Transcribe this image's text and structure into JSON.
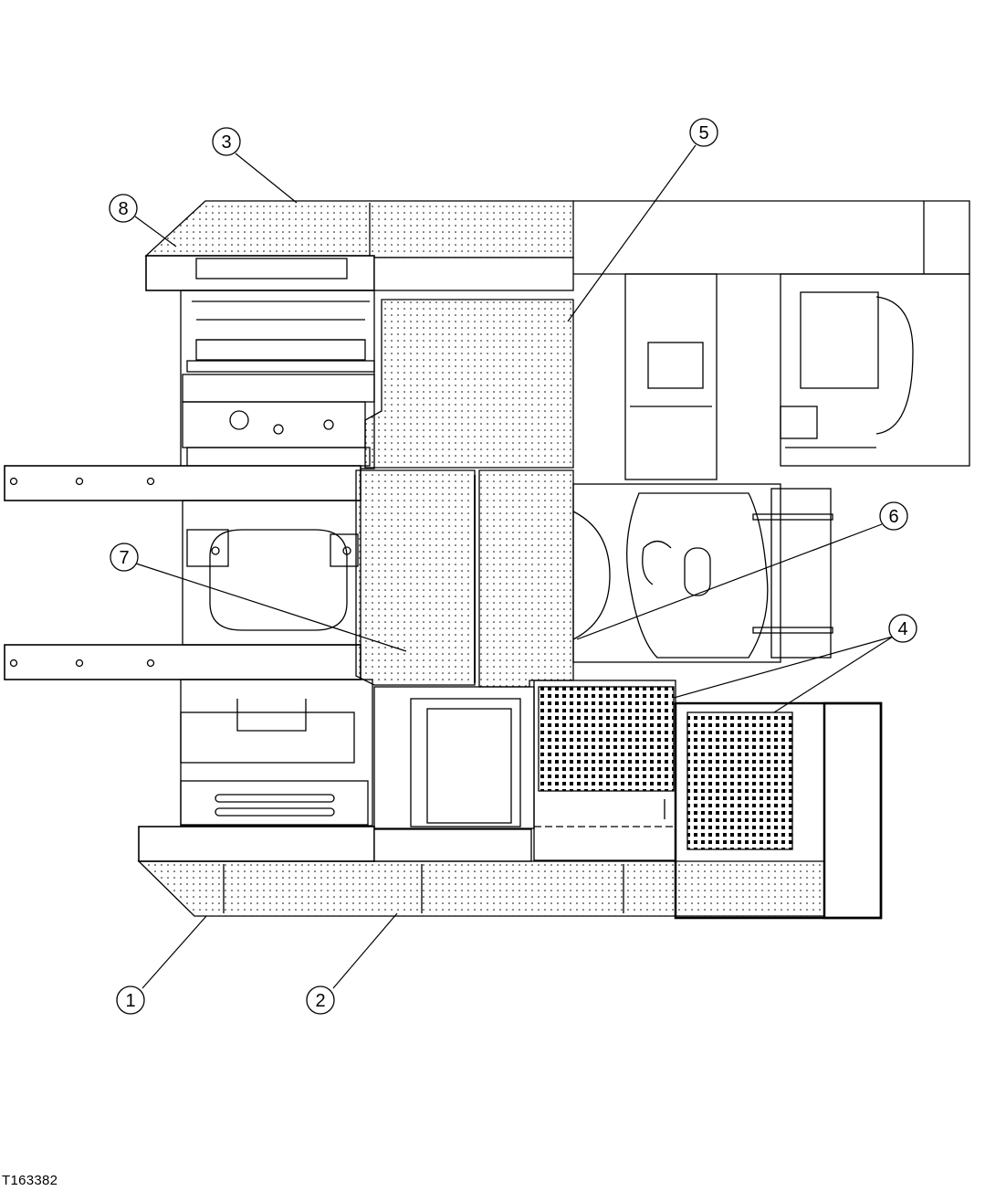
{
  "figure_id": "T163382",
  "callouts": {
    "c1": "1",
    "c2": "2",
    "c3": "3",
    "c4": "4",
    "c5": "5",
    "c6": "6",
    "c7": "7",
    "c8": "8"
  },
  "colors": {
    "line": "#000000",
    "background": "#ffffff"
  }
}
